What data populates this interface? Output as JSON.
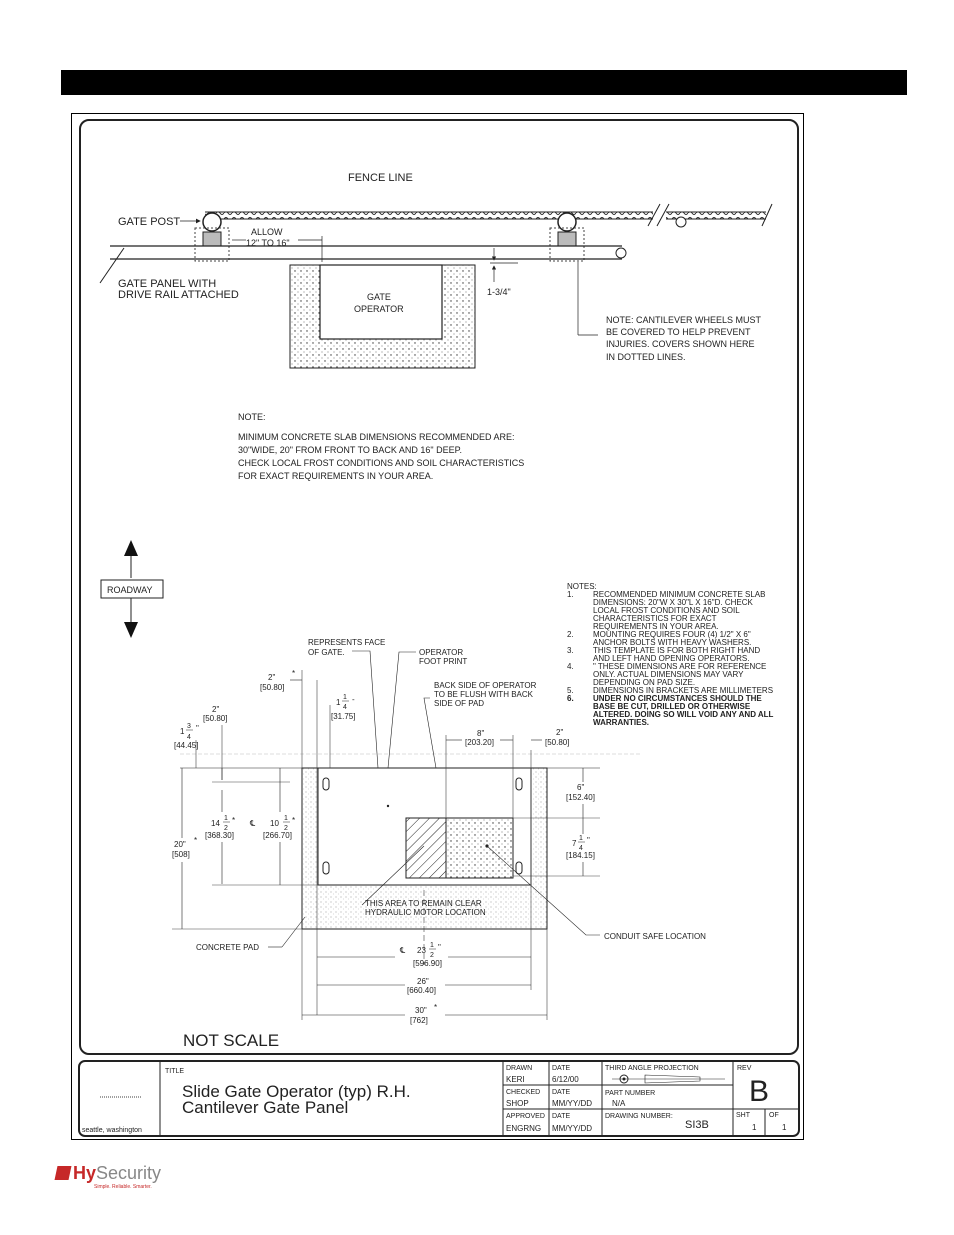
{
  "diagram": {
    "fence_line": "FENCE LINE",
    "gate_post": "GATE POST",
    "allow_line1": "ALLOW",
    "allow_line2": "12\" TO 16\"",
    "gate_panel_line1": "GATE PANEL WITH",
    "gate_panel_line2": "DRIVE RAIL ATTACHED",
    "gate_operator_line1": "GATE",
    "gate_operator_line2": "OPERATOR",
    "dim_1_3_4": "1-3/4\"",
    "cantilever_note": [
      "NOTE: CANTILEVER WHEELS MUST",
      "BE COVERED TO HELP PREVENT",
      "INJURIES. COVERS SHOWN HERE",
      "IN DOTTED LINES."
    ],
    "slab_note_title": "NOTE:",
    "slab_note": [
      "MINIMUM CONCRETE SLAB DIMENSIONS RECOMMENDED ARE:",
      "30\"WIDE, 20\" FROM FRONT TO BACK AND 16\" DEEP.",
      "CHECK LOCAL FROST CONDITIONS AND SOIL CHARACTERISTICS",
      "FOR EXACT REQUIREMENTS IN YOUR AREA."
    ],
    "roadway": "ROADWAY",
    "notes_title": "NOTES:",
    "notes": [
      {
        "num": "1.",
        "lines": [
          "RECOMMENDED MINIMUM CONCRETE SLAB",
          "DIMENSIONS: 20\"W X 30\"L X 16\"D. CHECK",
          "LOCAL FROST CONDITIONS AND SOIL",
          "CHARACTERISTICS FOR EXACT",
          "REQUIREMENTS IN YOUR AREA."
        ]
      },
      {
        "num": "2.",
        "lines": [
          "MOUNTING REQUIRES FOUR (4) 1/2\" X 6\"",
          "ANCHOR BOLTS WITH HEAVY WASHERS."
        ]
      },
      {
        "num": "3.",
        "lines": [
          "THIS TEMPLATE IS FOR BOTH RIGHT HAND",
          "AND LEFT HAND OPENING OPERATORS."
        ]
      },
      {
        "num": "4.",
        "lines": [
          "\" THESE DIMENSIONS ARE FOR REFERENCE",
          "ONLY. ACTUAL DIMENSIONS MAY VARY",
          "DEPENDING ON PAD SIZE."
        ]
      },
      {
        "num": "5.",
        "lines": [
          "DIMENSIONS IN BRACKETS ARE MILLIMETERS"
        ]
      },
      {
        "num": "6.",
        "lines": [
          "UNDER NO CIRCUMSTANCES SHOULD THE",
          "BASE BE CUT, DRILLED OR OTHERWISE",
          "ALTERED. DOING SO WILL VOID ANY AND ALL",
          "WARRANTIES."
        ]
      }
    ],
    "represents_face_line1": "REPRESENTS FACE",
    "represents_face_line2": "OF GATE.",
    "operator_foot_line1": "OPERATOR",
    "operator_foot_line2": "FOOT PRINT",
    "back_side_line1": "BACK SIDE OF OPERATOR",
    "back_side_line2": "TO BE FLUSH WITH BACK",
    "back_side_line3": "SIDE OF PAD",
    "dim_2a": "2\"",
    "dim_2a_mm": "[50.80]",
    "dim_1_1_4_whole": "1",
    "dim_1_1_4_num": "1",
    "dim_1_1_4_den": "4",
    "dim_1_1_4_mm": "[31.75]",
    "dim_2b": "2\"",
    "dim_2b_mm": "[50.80]",
    "dim_1_3_4b_whole": "1",
    "dim_1_3_4b_num": "3",
    "dim_1_3_4b_den": "4",
    "dim_1_3_4b_mm": "[44.45]",
    "dim_8": "8\"",
    "dim_8_mm": "[203.20]",
    "dim_2c": "2\"",
    "dim_2c_mm": "[50.80]",
    "dim_6": "6\"",
    "dim_6_mm": "[152.40]",
    "dim_14_whole": "14",
    "dim_14_num": "1",
    "dim_14_den": "2",
    "dim_14_mm": "[368.30]",
    "dim_10_whole": "10",
    "dim_10_num": "1",
    "dim_10_den": "2",
    "dim_10_mm": "[266.70]",
    "dim_7_whole": "7",
    "dim_7_num": "1",
    "dim_7_den": "4",
    "dim_7_mm": "[184.15]",
    "dim_20": "20\"",
    "dim_20_mm": "[508]",
    "center_mark": "℄",
    "clear_area_line1": "THIS AREA TO REMAIN CLEAR",
    "clear_area_line2": "HYDRAULIC MOTOR LOCATION",
    "concrete_pad": "CONCRETE PAD",
    "conduit": "CONDUIT SAFE LOCATION",
    "dim_23_whole": "23",
    "dim_23_num": "1",
    "dim_23_den": "2",
    "dim_23_mm": "[596.90]",
    "dim_26": "26\"",
    "dim_26_mm": "[660.40]",
    "dim_30": "30\"",
    "dim_30_mm": "[762]",
    "not_scale": "NOT SCALE"
  },
  "title_block": {
    "company_small": "",
    "location": "seattle, washington",
    "title_label": "TITLE",
    "title_line1": "Slide Gate Operator (typ) R.H.",
    "title_line2": "Cantilever Gate Panel",
    "drawn_label": "DRAWN",
    "drawn_value": "KERI",
    "date_label": "DATE",
    "drawn_date": "6/12/00",
    "checked_label": "CHECKED",
    "checked_value": "SHOP",
    "checked_date": "MM/YY/DD",
    "approved_label": "APPROVED",
    "approved_value": "ENGRNG",
    "approved_date": "MM/YY/DD",
    "projection_label": "THIRD ANGLE PROJECTION",
    "part_number_label": "PART NUMBER",
    "part_number_value": "N/A",
    "drawing_number_label": "DRAWING NUMBER:",
    "drawing_number_value": "SI3B",
    "rev_label": "REV",
    "rev_value": "B",
    "sht_label": "SHT",
    "of_label": "OF",
    "sht_value": "1",
    "of_value": "1"
  },
  "footer": {
    "logo_hy": "Hy",
    "logo_security": "Security",
    "logo_tagline": "Simple. Reliable. Smarter."
  },
  "colors": {
    "logo_red": "#c62828",
    "logo_gray": "#888888"
  }
}
